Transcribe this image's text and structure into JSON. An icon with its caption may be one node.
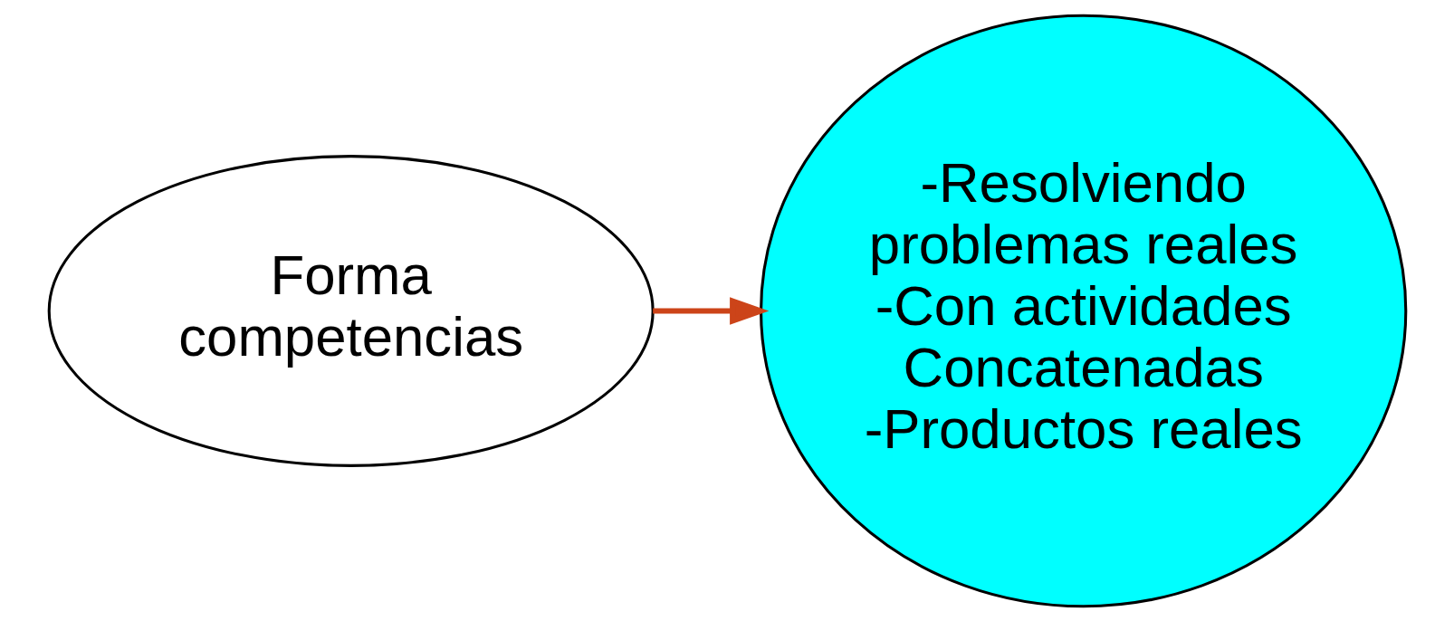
{
  "diagram": {
    "nodes": [
      {
        "text": [
          "Forma competencias"
        ]
      },
      {
        "text": [
          "-Resolviendo problemas reales",
          "-Con actividades Concatenadas",
          "-Productos reales"
        ]
      }
    ],
    "edges": [
      {
        "from": 0,
        "to": 1,
        "arrow": "to",
        "color": "#cc4419"
      }
    ]
  }
}
